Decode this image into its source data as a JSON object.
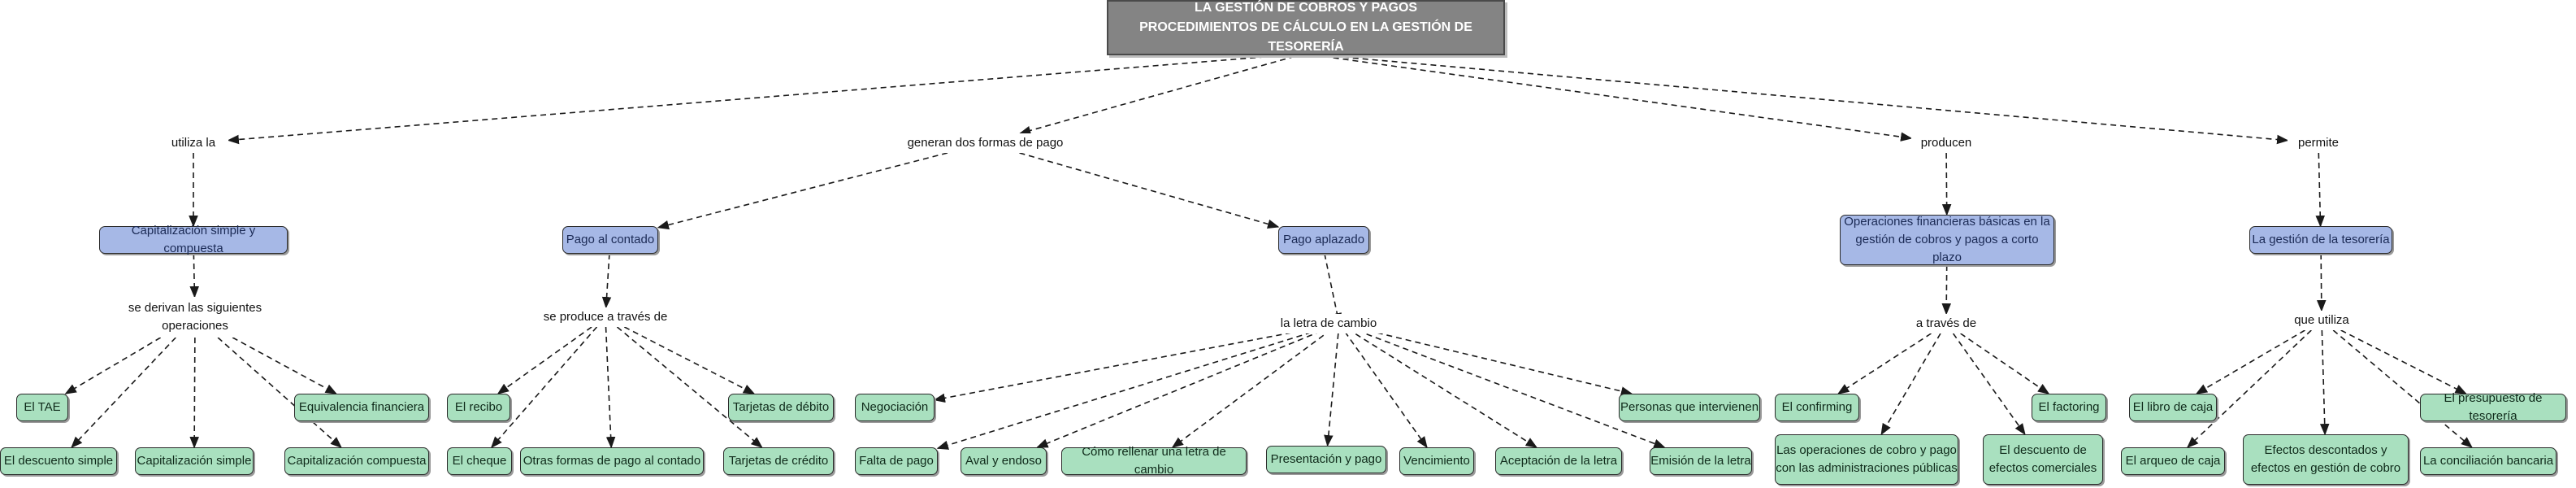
{
  "colors": {
    "root": "#848484",
    "concept": "#a6b8e6",
    "leaf": "#a9e0bf",
    "edge": "#1a1a1a"
  },
  "diagram": {
    "nodes": [
      {
        "id": "root",
        "kind": "root",
        "text": "LA GESTIÓN DE COBROS Y PAGOS\nPROCEDIMIENTOS DE CÁLCULO EN LA GESTIÓN DE TESORERÍA"
      },
      {
        "id": "l_utiliza",
        "kind": "link",
        "text": "utiliza la"
      },
      {
        "id": "l_generan",
        "kind": "link",
        "text": "generan dos formas de pago"
      },
      {
        "id": "l_producen",
        "kind": "link",
        "text": "producen"
      },
      {
        "id": "l_permite",
        "kind": "link",
        "text": "permite"
      },
      {
        "id": "c_cap",
        "kind": "concept",
        "text": "Capitalización simple y compuesta"
      },
      {
        "id": "c_contado",
        "kind": "concept",
        "text": "Pago al contado"
      },
      {
        "id": "c_aplazado",
        "kind": "concept",
        "text": "Pago aplazado"
      },
      {
        "id": "c_ops",
        "kind": "concept",
        "text": "Operaciones financieras básicas en la\ngestión de cobros y pagos a corto plazo"
      },
      {
        "id": "c_tes",
        "kind": "concept",
        "text": "La gestión de la tesorería"
      },
      {
        "id": "l_derivan",
        "kind": "link",
        "text": "se derivan las siguientes\noperaciones"
      },
      {
        "id": "l_produce",
        "kind": "link",
        "text": "se produce a través de"
      },
      {
        "id": "l_letra",
        "kind": "link",
        "text": "la letra de cambio"
      },
      {
        "id": "l_traves",
        "kind": "link",
        "text": "a través de"
      },
      {
        "id": "l_que",
        "kind": "link",
        "text": "que utiliza"
      },
      {
        "id": "n_tae",
        "kind": "leaf",
        "text": "El TAE"
      },
      {
        "id": "n_desc",
        "kind": "leaf",
        "text": "El descuento simple"
      },
      {
        "id": "n_capsim",
        "kind": "leaf",
        "text": "Capitalización simple"
      },
      {
        "id": "n_capcomp",
        "kind": "leaf",
        "text": "Capitalización compuesta"
      },
      {
        "id": "n_equiv",
        "kind": "leaf",
        "text": "Equivalencia financiera"
      },
      {
        "id": "n_recibo",
        "kind": "leaf",
        "text": "El recibo"
      },
      {
        "id": "n_cheque",
        "kind": "leaf",
        "text": "El cheque"
      },
      {
        "id": "n_otras",
        "kind": "leaf",
        "text": "Otras formas de pago al contado"
      },
      {
        "id": "n_credito",
        "kind": "leaf",
        "text": "Tarjetas de crédito"
      },
      {
        "id": "n_debito",
        "kind": "leaf",
        "text": "Tarjetas de débito"
      },
      {
        "id": "n_negoc",
        "kind": "leaf",
        "text": "Negociación"
      },
      {
        "id": "n_falta",
        "kind": "leaf",
        "text": "Falta de pago"
      },
      {
        "id": "n_aval",
        "kind": "leaf",
        "text": "Aval y endoso"
      },
      {
        "id": "n_como",
        "kind": "leaf",
        "text": "Cómo rellenar una letra de cambio"
      },
      {
        "id": "n_present",
        "kind": "leaf",
        "text": "Presentación y pago"
      },
      {
        "id": "n_venc",
        "kind": "leaf",
        "text": "Vencimiento"
      },
      {
        "id": "n_acept",
        "kind": "leaf",
        "text": "Aceptación de la letra"
      },
      {
        "id": "n_emision",
        "kind": "leaf",
        "text": "Emisión de la letra"
      },
      {
        "id": "n_personas",
        "kind": "leaf",
        "text": "Personas que intervienen"
      },
      {
        "id": "n_confirming",
        "kind": "leaf",
        "text": "El confirming"
      },
      {
        "id": "n_lasops",
        "kind": "leaf",
        "text": "Las operaciones de cobro y pago\ncon las administraciones públicas"
      },
      {
        "id": "n_descom",
        "kind": "leaf",
        "text": "El descuento de\nefectos comerciales"
      },
      {
        "id": "n_factoring",
        "kind": "leaf",
        "text": "El factoring"
      },
      {
        "id": "n_libro",
        "kind": "leaf",
        "text": "El libro de caja"
      },
      {
        "id": "n_arqueo",
        "kind": "leaf",
        "text": "El arqueo de caja"
      },
      {
        "id": "n_efectos",
        "kind": "leaf",
        "text": "Efectos descontados y\nefectos en gestión de cobro"
      },
      {
        "id": "n_concil",
        "kind": "leaf",
        "text": "La conciliación bancaria"
      },
      {
        "id": "n_presup",
        "kind": "leaf",
        "text": "El presupuesto de tesorería"
      }
    ],
    "edges": [
      [
        "root",
        "l_utiliza"
      ],
      [
        "root",
        "l_generan"
      ],
      [
        "root",
        "l_producen"
      ],
      [
        "root",
        "l_permite"
      ],
      [
        "l_utiliza",
        "c_cap"
      ],
      [
        "l_generan",
        "c_contado"
      ],
      [
        "l_generan",
        "c_aplazado"
      ],
      [
        "l_producen",
        "c_ops"
      ],
      [
        "l_permite",
        "c_tes"
      ],
      [
        "c_cap",
        "l_derivan"
      ],
      [
        "c_contado",
        "l_produce"
      ],
      [
        "c_aplazado",
        "l_letra"
      ],
      [
        "c_ops",
        "l_traves"
      ],
      [
        "c_tes",
        "l_que"
      ],
      [
        "l_derivan",
        "n_tae"
      ],
      [
        "l_derivan",
        "n_desc"
      ],
      [
        "l_derivan",
        "n_capsim"
      ],
      [
        "l_derivan",
        "n_capcomp"
      ],
      [
        "l_derivan",
        "n_equiv"
      ],
      [
        "l_produce",
        "n_recibo"
      ],
      [
        "l_produce",
        "n_cheque"
      ],
      [
        "l_produce",
        "n_otras"
      ],
      [
        "l_produce",
        "n_credito"
      ],
      [
        "l_produce",
        "n_debito"
      ],
      [
        "l_letra",
        "n_negoc"
      ],
      [
        "l_letra",
        "n_falta"
      ],
      [
        "l_letra",
        "n_aval"
      ],
      [
        "l_letra",
        "n_como"
      ],
      [
        "l_letra",
        "n_present"
      ],
      [
        "l_letra",
        "n_venc"
      ],
      [
        "l_letra",
        "n_acept"
      ],
      [
        "l_letra",
        "n_emision"
      ],
      [
        "l_letra",
        "n_personas"
      ],
      [
        "l_traves",
        "n_confirming"
      ],
      [
        "l_traves",
        "n_lasops"
      ],
      [
        "l_traves",
        "n_descom"
      ],
      [
        "l_traves",
        "n_factoring"
      ],
      [
        "l_que",
        "n_libro"
      ],
      [
        "l_que",
        "n_arqueo"
      ],
      [
        "l_que",
        "n_efectos"
      ],
      [
        "l_que",
        "n_concil"
      ],
      [
        "l_que",
        "n_presup"
      ]
    ]
  }
}
